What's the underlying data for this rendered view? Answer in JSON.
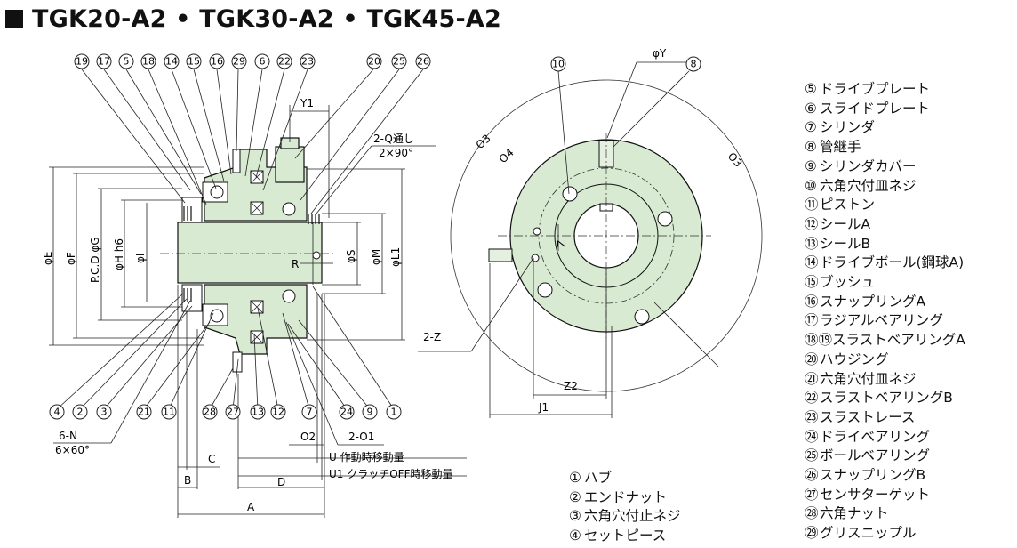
{
  "title": "TGK20-A2 • TGK30-A2 • TGK45-A2",
  "legend_right": [
    {
      "num": "⑤",
      "text": "ドライブプレート"
    },
    {
      "num": "⑥",
      "text": "スライドプレート"
    },
    {
      "num": "⑦",
      "text": "シリンダ"
    },
    {
      "num": "⑧",
      "text": "管継手"
    },
    {
      "num": "⑨",
      "text": "シリンダカバー"
    },
    {
      "num": "⑩",
      "text": "六角穴付皿ネジ"
    },
    {
      "num": "⑪",
      "text": "ピストン"
    },
    {
      "num": "⑫",
      "text": "シールA"
    },
    {
      "num": "⑬",
      "text": "シールB"
    },
    {
      "num": "⑭",
      "text": "ドライブボール(鋼球A)"
    },
    {
      "num": "⑮",
      "text": "ブッシュ"
    },
    {
      "num": "⑯",
      "text": "スナップリングA"
    },
    {
      "num": "⑰",
      "text": "ラジアルベアリング"
    },
    {
      "num": "⑱⑲",
      "text": "スラストベアリングA"
    },
    {
      "num": "⑳",
      "text": "ハウジング"
    },
    {
      "num": "㉑",
      "text": "六角穴付皿ネジ"
    },
    {
      "num": "㉒",
      "text": "スラストベアリングB"
    },
    {
      "num": "㉓",
      "text": "スラストレース"
    },
    {
      "num": "㉔",
      "text": "ドライベアリング"
    },
    {
      "num": "㉕",
      "text": "ボールベアリング"
    },
    {
      "num": "㉖",
      "text": "スナップリングB"
    },
    {
      "num": "㉗",
      "text": "センサターゲット"
    },
    {
      "num": "㉘",
      "text": "六角ナット"
    },
    {
      "num": "㉙",
      "text": "グリスニップル"
    }
  ],
  "legend_bottom": [
    {
      "num": "①",
      "text": "ハブ"
    },
    {
      "num": "②",
      "text": "エンドナット"
    },
    {
      "num": "③",
      "text": "六角穴付止ネジ"
    },
    {
      "num": "④",
      "text": "セットピース"
    }
  ],
  "callouts_top": [
    "19",
    "17",
    "5",
    "18",
    "14",
    "15",
    "16",
    "29",
    "6",
    "22",
    "23",
    "20",
    "25",
    "26"
  ],
  "callouts_bottom": [
    "4",
    "2",
    "3",
    "21",
    "11",
    "28",
    "27",
    "13",
    "12",
    "7",
    "24",
    "9",
    "1"
  ],
  "callouts_end": [
    "10",
    "8"
  ],
  "dims": {
    "y1": "Y1",
    "q": "2-Q通し",
    "q2": "2×90°",
    "phiE": "φE",
    "phiF": "φF",
    "pcd": "P.C.D.φG",
    "phiH": "φH h6",
    "phiI": "φI",
    "r": "R",
    "phiS": "φS",
    "phiM": "φM",
    "phiL1": "φL1",
    "n": "6-N",
    "n2": "6×60°",
    "o2": "O2",
    "o1": "2-O1",
    "u": "U 作動時移動量",
    "u1": "U1 クラッチOFF時移動量",
    "c": "C",
    "b": "B",
    "d": "D",
    "a": "A",
    "phiY": "φY",
    "o3a": "O3",
    "o4": "O4",
    "o3b": "O3",
    "z": "Z",
    "z2": "Z2",
    "j1": "J1",
    "twoz": "2-Z"
  }
}
